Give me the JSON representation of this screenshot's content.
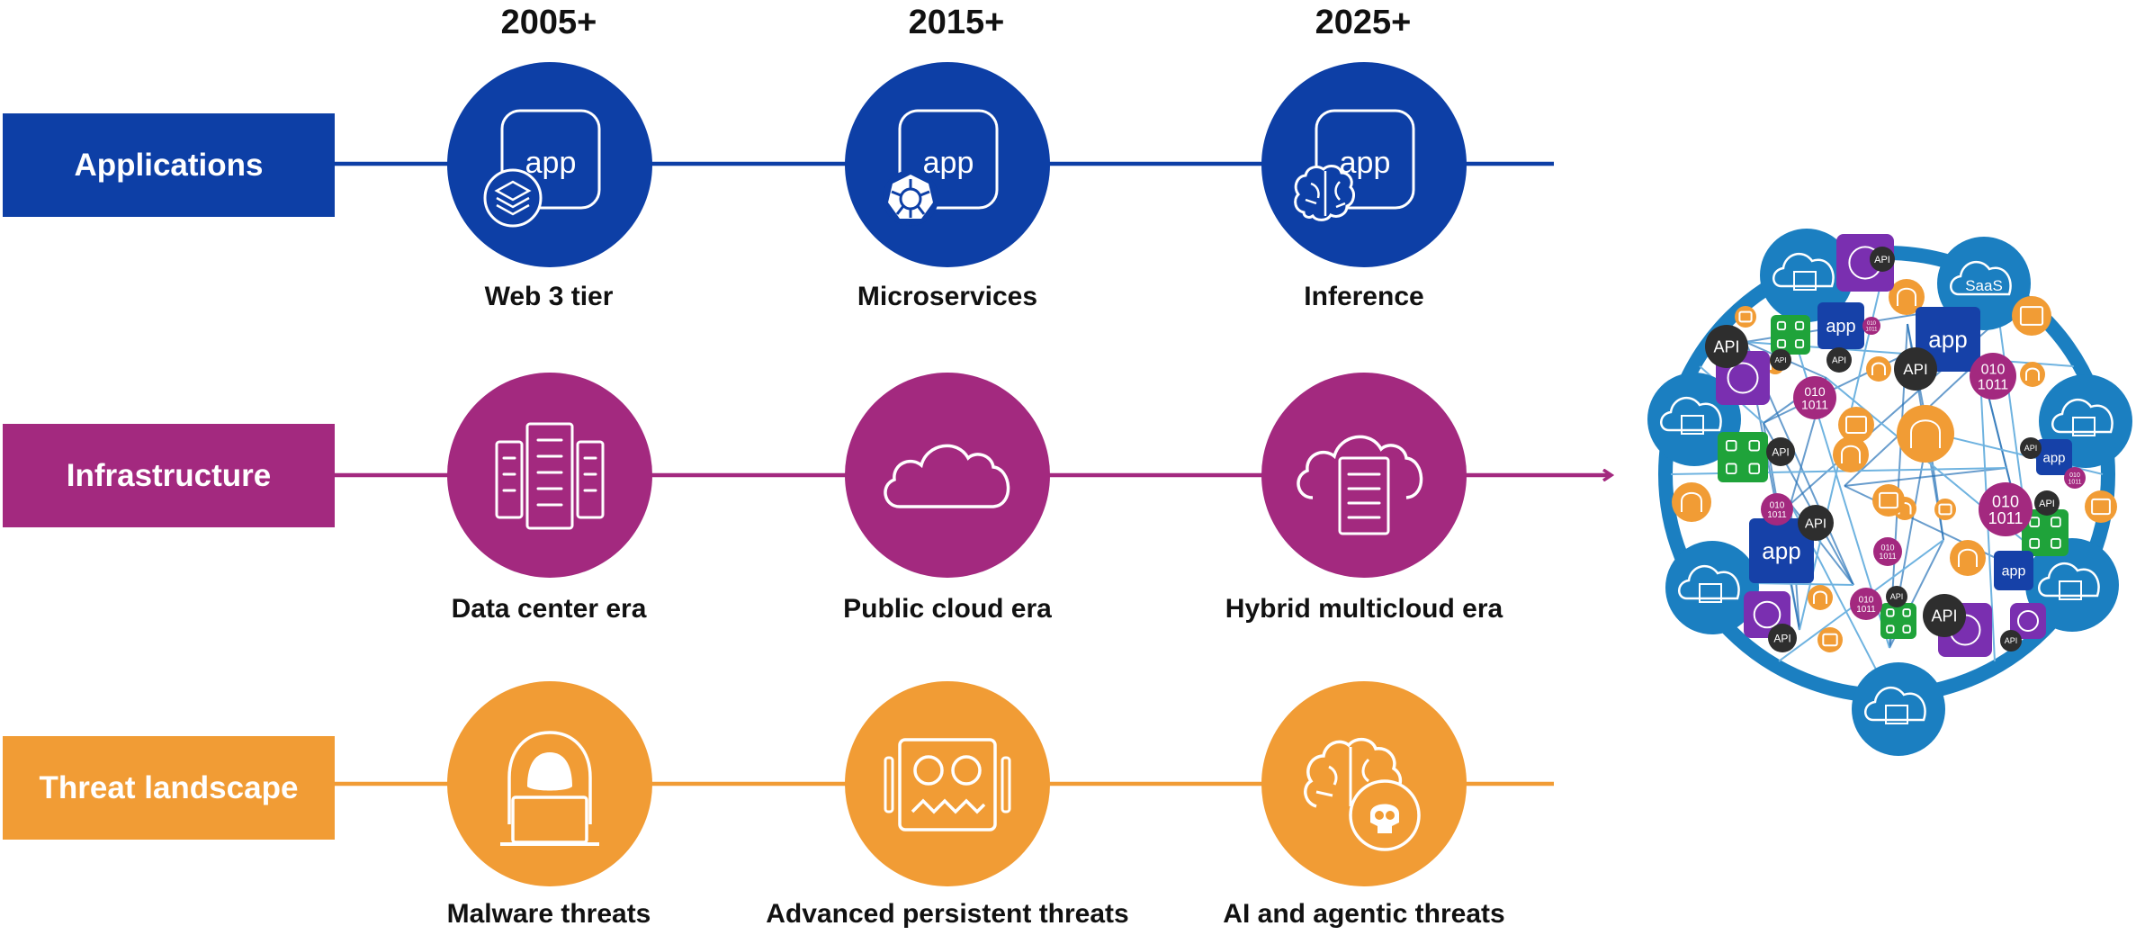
{
  "colors": {
    "applications": "#0d3fa6",
    "infrastructure": "#a3297f",
    "threats": "#f19c35",
    "network_blue": "#1b7fc1",
    "network_purple": "#7a2fb0",
    "network_green": "#1fa33a",
    "network_dark": "#2e2e2e"
  },
  "years": [
    "2005+",
    "2015+",
    "2025+"
  ],
  "rows": [
    {
      "label": "Applications",
      "stages": [
        {
          "caption": "Web 3 tier",
          "badge_text": "app",
          "icon": "app-stack-icon"
        },
        {
          "caption": "Microservices",
          "badge_text": "app",
          "icon": "app-kubernetes-icon"
        },
        {
          "caption": "Inference",
          "badge_text": "app",
          "icon": "app-brain-icon"
        }
      ]
    },
    {
      "label": "Infrastructure",
      "stages": [
        {
          "caption": "Data center era",
          "icon": "server-racks-icon"
        },
        {
          "caption": "Public cloud era",
          "icon": "cloud-icon"
        },
        {
          "caption": "Hybrid multicloud era",
          "icon": "cloud-server-icon"
        }
      ]
    },
    {
      "label": "Threat landscape",
      "stages": [
        {
          "caption": "Malware threats",
          "icon": "hooded-hacker-icon"
        },
        {
          "caption": "Advanced persistent threats",
          "icon": "robot-face-icon"
        },
        {
          "caption": "AI and agentic threats",
          "icon": "brain-skull-icon"
        }
      ]
    }
  ],
  "network": {
    "labels": {
      "api": "API",
      "app": "app",
      "saas": "SaaS",
      "binary_top": "010",
      "binary_bottom": "1011"
    }
  }
}
